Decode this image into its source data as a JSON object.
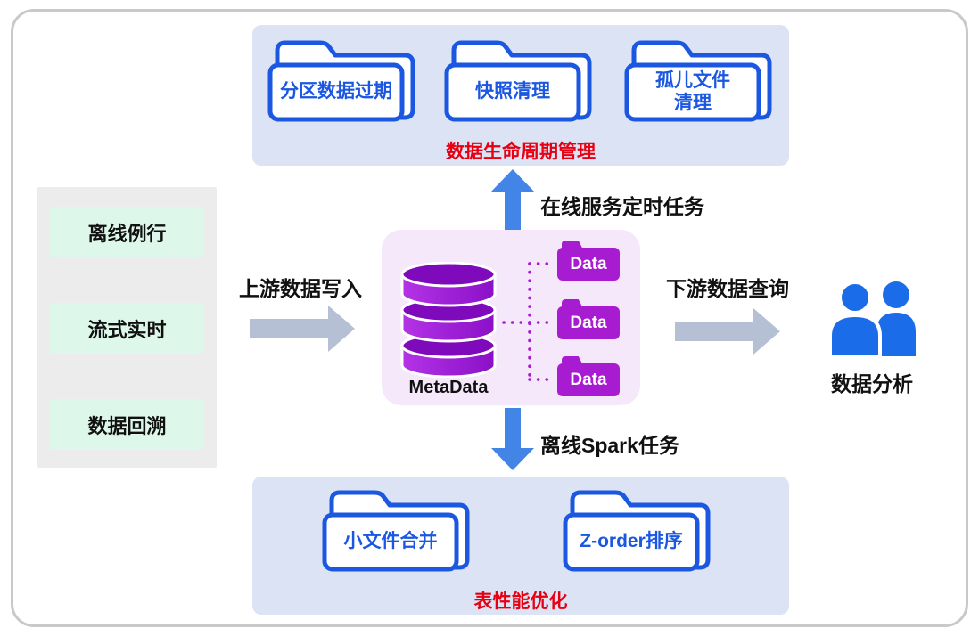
{
  "top_panel": {
    "folders": [
      {
        "label": "分区数据过期"
      },
      {
        "label": "快照清理"
      },
      {
        "label": "孤儿文件\n清理"
      }
    ],
    "caption": "数据生命周期管理"
  },
  "left_panel": {
    "items": [
      {
        "label": "离线例行"
      },
      {
        "label": "流式实时"
      },
      {
        "label": "数据回溯"
      }
    ]
  },
  "center": {
    "db_label": "MetaData",
    "data_folders": [
      {
        "label": "Data"
      },
      {
        "label": "Data"
      },
      {
        "label": "Data"
      }
    ]
  },
  "flows": {
    "upstream_label": "上游数据写入",
    "downstream_label": "下游数据查询",
    "online_task_label": "在线服务定时任务",
    "offline_task_label": "离线Spark任务"
  },
  "analytics": {
    "label": "数据分析"
  },
  "bottom_panel": {
    "folders": [
      {
        "label": "小文件合并"
      },
      {
        "label": "Z-order排序"
      }
    ],
    "caption": "表性能优化"
  },
  "colors": {
    "panel_blue": "#dbe3f5",
    "folder_outline_blue": "#1b57e0",
    "accent_red": "#e60012",
    "purple": "#a81cd1",
    "arrow_blue": "#4285e6",
    "arrow_gray": "#b6c0d4",
    "people_blue": "#1b6ce8",
    "green_item_bg": "#ddf7ea"
  }
}
